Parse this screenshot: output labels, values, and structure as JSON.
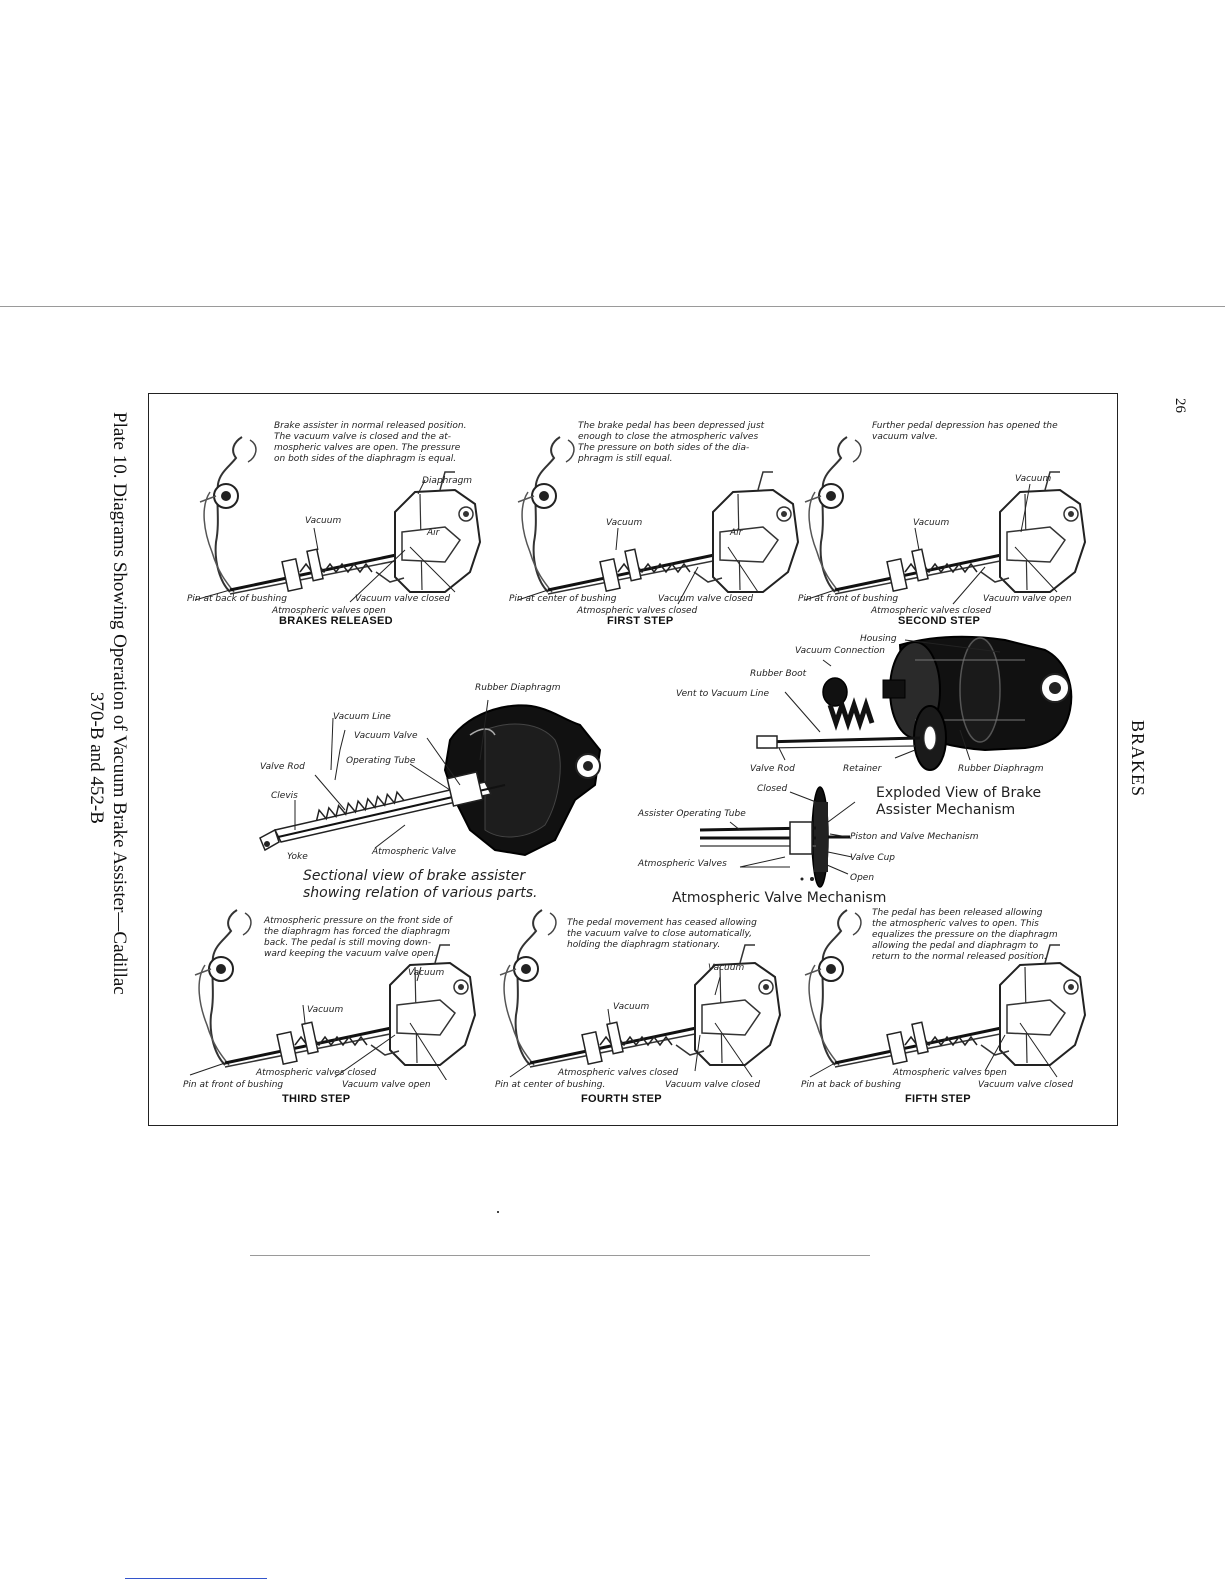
{
  "page": {
    "page_number": "26",
    "running_head": "BRAKES",
    "plate_caption_line1": "Plate 10.  Diagrams Showing Operation of Vacuum Brake Assister—Cadillac",
    "plate_caption_line2": "370-B and 452-B"
  },
  "panels": {
    "released": {
      "caption": [
        "Brake assister in normal released position.",
        "The vacuum valve is closed and the at-",
        "mospheric valves are open. The pressure",
        "on both sides of the diaphragm is equal."
      ],
      "diaphragm": "Diaphragm",
      "vacuum": "Vacuum",
      "air": "Air",
      "pin": "Pin at back of bushing",
      "valve": "Vacuum valve closed",
      "atmos": "Atmospheric valves open",
      "step": "BRAKES RELEASED"
    },
    "first": {
      "caption": [
        "The brake pedal has been depressed just",
        "enough to close the atmospheric valves",
        "The pressure on both sides of the dia-",
        "phragm is still equal."
      ],
      "vacuum": "Vacuum",
      "air": "Air",
      "pin": "Pin at center of bushing",
      "valve": "Vacuum valve closed",
      "atmos": "Atmospheric valves closed",
      "step": "FIRST STEP"
    },
    "second": {
      "caption": [
        "Further pedal depression has opened the",
        "vacuum valve."
      ],
      "vacuum_top": "Vacuum",
      "vacuum": "Vacuum",
      "pin": "Pin at front of bushing",
      "valve": "Vacuum valve open",
      "atmos": "Atmospheric valves closed",
      "step": "SECOND STEP"
    },
    "sectional": {
      "rubber_diaphragm": "Rubber Diaphragm",
      "vacuum_line": "Vacuum Line",
      "vacuum_valve": "Vacuum Valve",
      "valve_rod": "Valve Rod",
      "operating_tube": "Operating Tube",
      "clevis": "Clevis",
      "yoke": "Yoke",
      "atmos_valve": "Atmospheric Valve",
      "title1": "Sectional view of brake assister",
      "title2": "showing relation of various parts."
    },
    "exploded": {
      "housing": "Housing",
      "vacuum_connection": "Vacuum Connection",
      "rubber_boot": "Rubber Boot",
      "vent": "Vent to Vacuum Line",
      "valve_rod": "Valve Rod",
      "retainer": "Retainer",
      "rubber_diaphragm": "Rubber Diaphragm",
      "title1": "Exploded View of Brake",
      "title2": "Assister Mechanism"
    },
    "atmos_mech": {
      "closed": "Closed",
      "assister_tube": "Assister Operating Tube",
      "piston": "Piston and Valve Mechanism",
      "valve_cup": "Valve Cup",
      "atmos_valves": "Atmospheric Valves",
      "open": "Open",
      "title": "Atmospheric Valve Mechanism"
    },
    "third": {
      "caption": [
        "Atmospheric pressure on the front side of",
        "the diaphragm has forced the diaphragm",
        "back. The pedal is still moving down-",
        "ward keeping the vacuum valve open."
      ],
      "vacuum_top": "Vacuum",
      "vacuum": "Vacuum",
      "atmos": "Atmospheric valves closed",
      "pin": "Pin at front of bushing",
      "valve": "Vacuum valve open",
      "step": "THIRD STEP"
    },
    "fourth": {
      "caption": [
        "The pedal movement has ceased allowing",
        "the vacuum valve to close automatically,",
        "holding the diaphragm stationary."
      ],
      "vacuum_top": "Vacuum",
      "vacuum": "Vacuum",
      "atmos": "Atmospheric valves closed",
      "pin": "Pin at center of bushing.",
      "valve": "Vacuum valve closed",
      "step": "FOURTH STEP"
    },
    "fifth": {
      "caption": [
        "The pedal has been released allowing",
        "the atmospheric valves to open. This",
        "equalizes the pressure on the diaphragm",
        "allowing the pedal and diaphragm to",
        "return to the normal released position."
      ],
      "atmos": "Atmospheric valves open",
      "pin": "Pin at back of bushing",
      "valve": "Vacuum valve closed",
      "step": "FIFTH STEP"
    }
  }
}
